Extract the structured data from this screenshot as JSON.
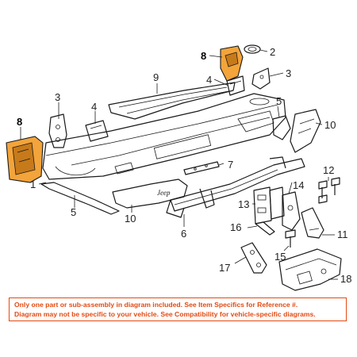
{
  "diagram": {
    "callouts": {
      "c1": "1",
      "c2": "2",
      "c3a": "3",
      "c3b": "3",
      "c4a": "4",
      "c4b": "4",
      "c5a": "5",
      "c5b": "5",
      "c6": "6",
      "c7": "7",
      "c8a": "8",
      "c8b": "8",
      "c9": "9",
      "c10a": "10",
      "c10b": "10",
      "c11": "11",
      "c12": "12",
      "c13": "13",
      "c14": "14",
      "c15": "15",
      "c16": "16",
      "c17": "17",
      "c18": "18"
    },
    "highlight_color": "#f3a43a",
    "emblem_text": "Jeep"
  },
  "disclaimer": {
    "line1": "Only one part or sub-assembly in diagram included. See Item Specifics for Reference #.",
    "line2": "Diagram may not be specific to your vehicle. See Compatibility for vehicle-specific diagrams.",
    "color": "#e34a12"
  }
}
